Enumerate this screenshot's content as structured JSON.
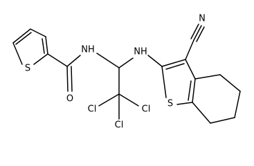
{
  "molecule": {
    "atoms": {
      "s_thiophene": "S",
      "o_carbonyl": "O",
      "nh_amide": "NH",
      "nh_amine": "NH",
      "s_benzothiophene": "S",
      "cl_1": "Cl",
      "cl_2": "Cl",
      "cl_3": "Cl",
      "nitrile": "N"
    }
  },
  "colors": {
    "bond": "#000000",
    "text": "#000000",
    "background": "#ffffff"
  }
}
